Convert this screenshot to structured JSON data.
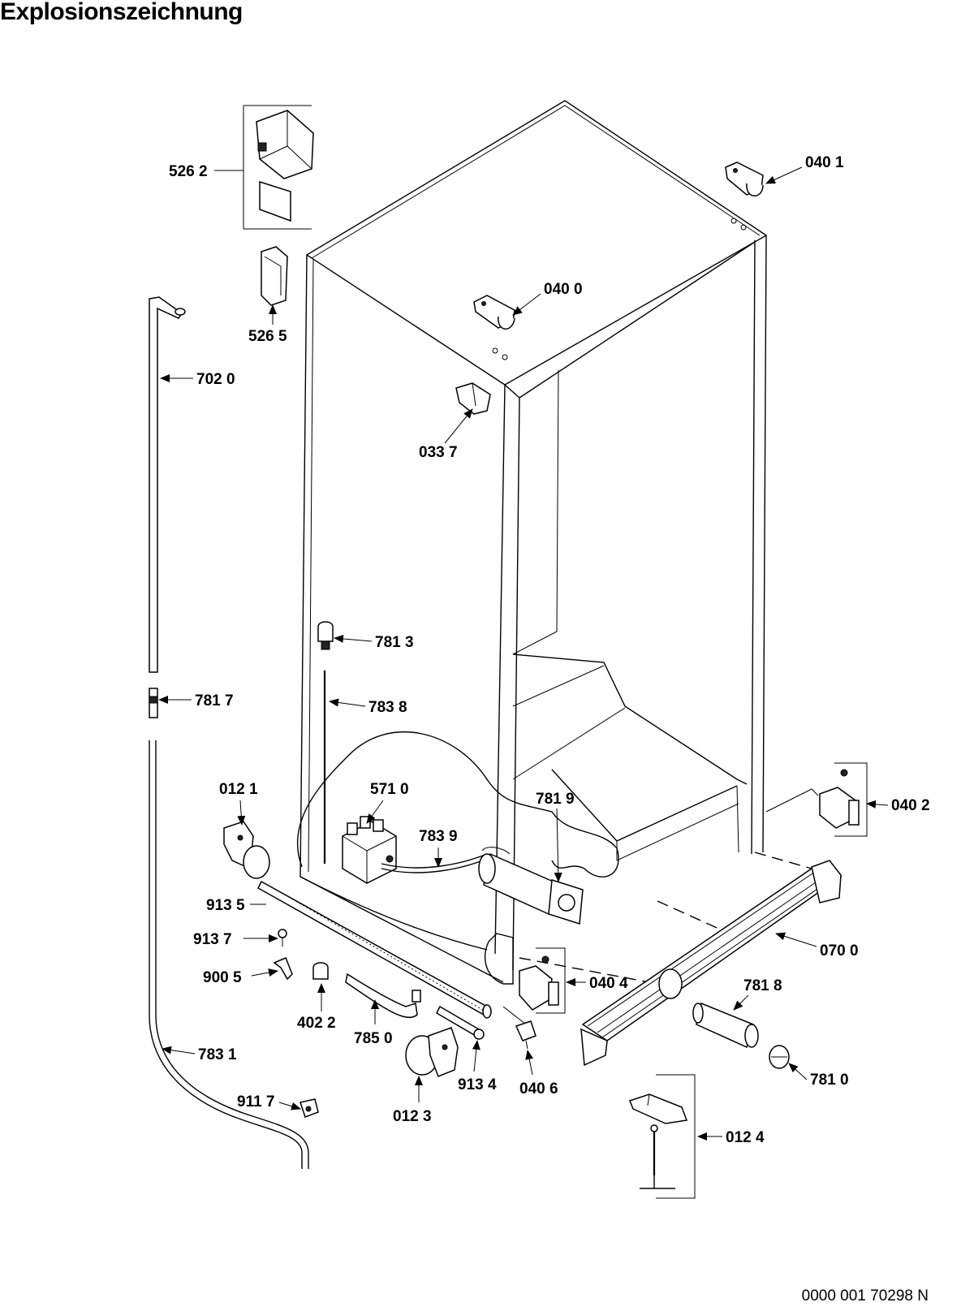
{
  "title": "Explosionszeichnung",
  "document_number": "0000 001 70298 N",
  "labels": {
    "p5262": "526 2",
    "p5265": "526 5",
    "p0401": "040 1",
    "p0400": "040 0",
    "p7020": "702 0",
    "p0337": "033 7",
    "p7813": "781 3",
    "p7817": "781 7",
    "p7838": "783 8",
    "p0121": "012 1",
    "p5710": "571 0",
    "p7819": "781 9",
    "p7839": "783 9",
    "p0402": "040 2",
    "p9135": "913 5",
    "p9137": "913 7",
    "p9005": "900 5",
    "p4022": "402 2",
    "p7850": "785 0",
    "p0404": "040 4",
    "p0700": "070 0",
    "p7818": "781 8",
    "p0123": "012 3",
    "p9134": "913 4",
    "p0406": "040 6",
    "p7810": "781 0",
    "p7831": "783 1",
    "p9117": "911 7",
    "p0124": "012 4"
  }
}
